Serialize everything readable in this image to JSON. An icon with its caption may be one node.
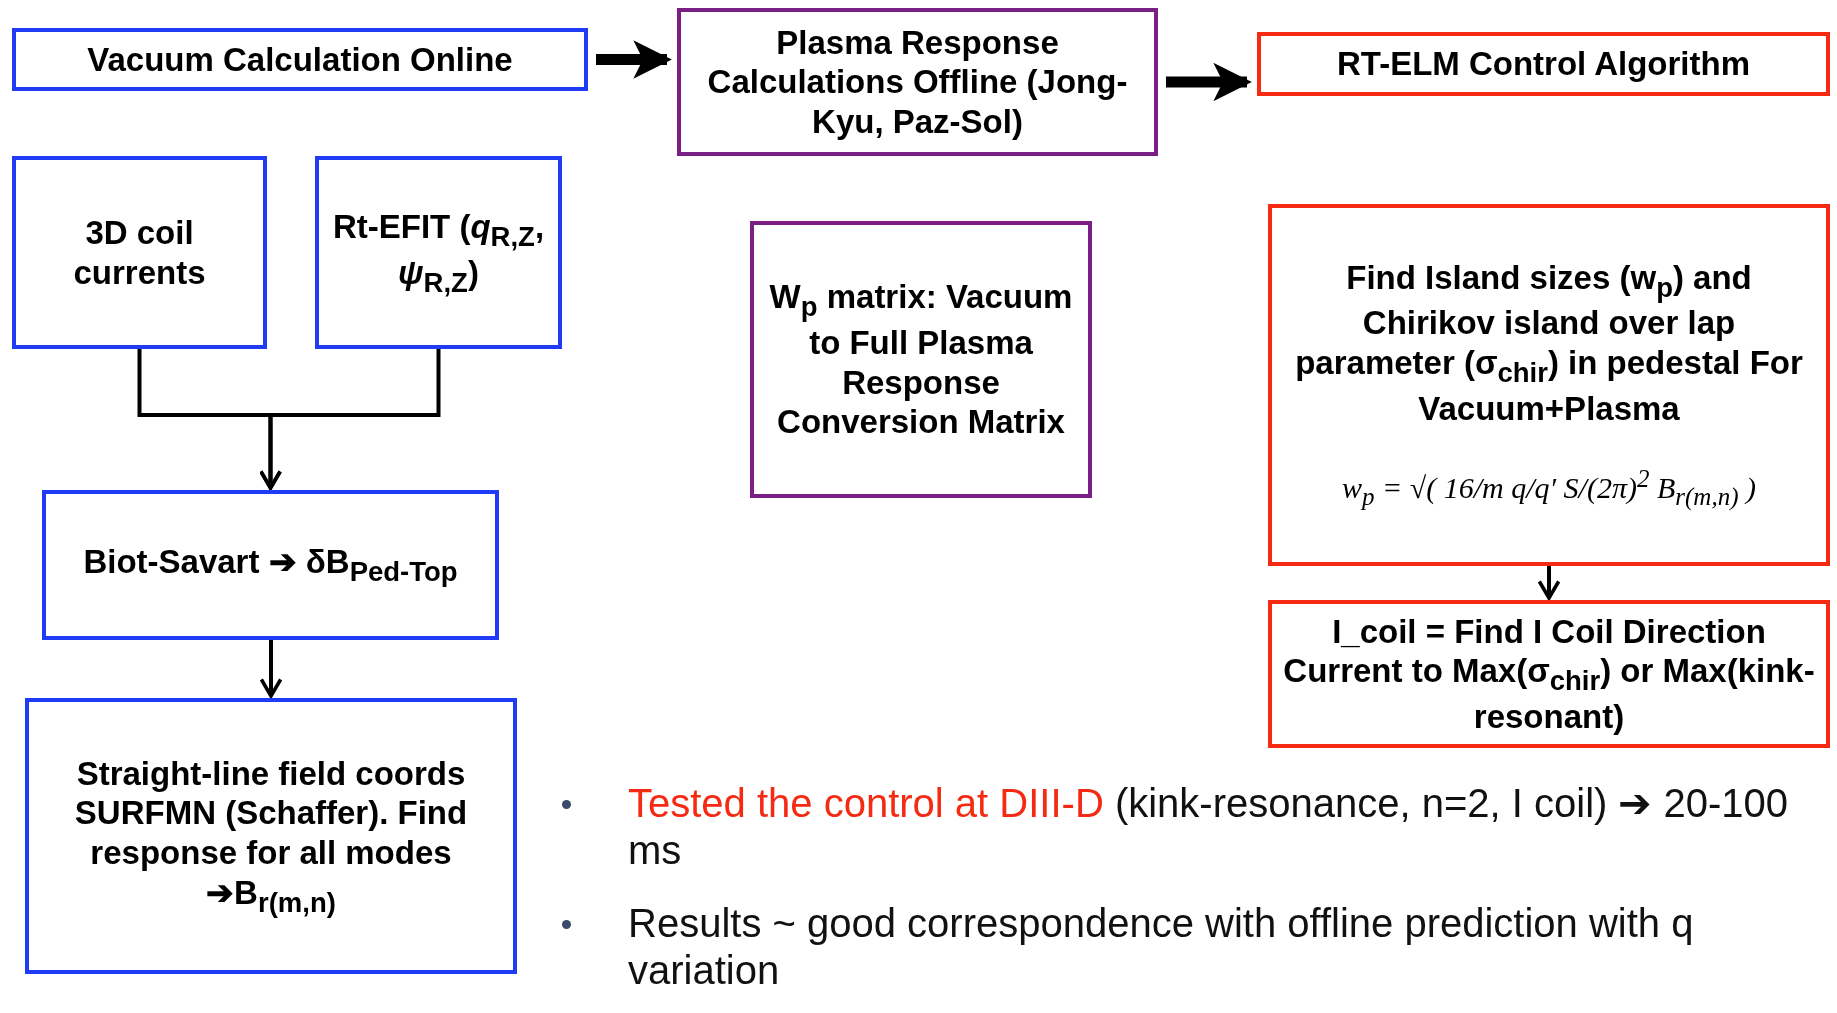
{
  "diagram": {
    "nodes": [
      {
        "text": [
          "Vacuum Calculation Online"
        ]
      },
      {
        "text": [
          "Plasma Response Calculations Offline (Jong-Kyu, Paz-Sol)"
        ]
      },
      {
        "text": [
          "RT-ELM Control Algorithm"
        ]
      },
      {
        "text": [
          "3D coil currents"
        ]
      },
      {
        "text": [
          "Rt-EFIT (*q*$_{R,Z}$, *ψ*$_{R,Z}$)"
        ]
      },
      {
        "text": [
          "Biot-Savart ➔ δB$_{Ped-Top}$"
        ]
      },
      {
        "text": [
          "Straight-line field coords SURFMN (Schaffer). Find response for all modes ➔B$_{r(m,n)}$"
        ]
      },
      {
        "text": [
          "W$_{p}$ matrix: Vacuum to Full Plasma Response Conversion Matrix"
        ]
      },
      {
        "text": [
          "Find Island sizes (w$_{p}$) and Chirikov island over lap parameter (σ$_{chir}$) in pedestal For Vacuum+Plasma",
          "w$_{p}$ = √( 16/m  q/q′  S/(2π)$^{2}$ B$_{r(m,n)}$ )"
        ]
      },
      {
        "text": [
          "I_coil = Find I Coil Direction Current to Max(σ$_{chir}$) or Max(kink-resonant)"
        ]
      }
    ],
    "edges": [
      {
        "from": 0,
        "to": 1,
        "arrow": "to",
        "style": "thick"
      },
      {
        "from": 1,
        "to": 2,
        "arrow": "to",
        "style": "thick"
      },
      {
        "from": 3,
        "to": 5,
        "arrow": "to"
      },
      {
        "from": 4,
        "to": 5,
        "arrow": "to"
      },
      {
        "from": 5,
        "to": 6,
        "arrow": "to"
      },
      {
        "from": 8,
        "to": 9,
        "arrow": "to"
      }
    ],
    "labels": [
      "Tested the control at DIII-D",
      "(kink-resonance, n=2, I coil) ➔ 20-100 ms",
      "Results ~ good correspondence with offline prediction with q variation"
    ]
  }
}
